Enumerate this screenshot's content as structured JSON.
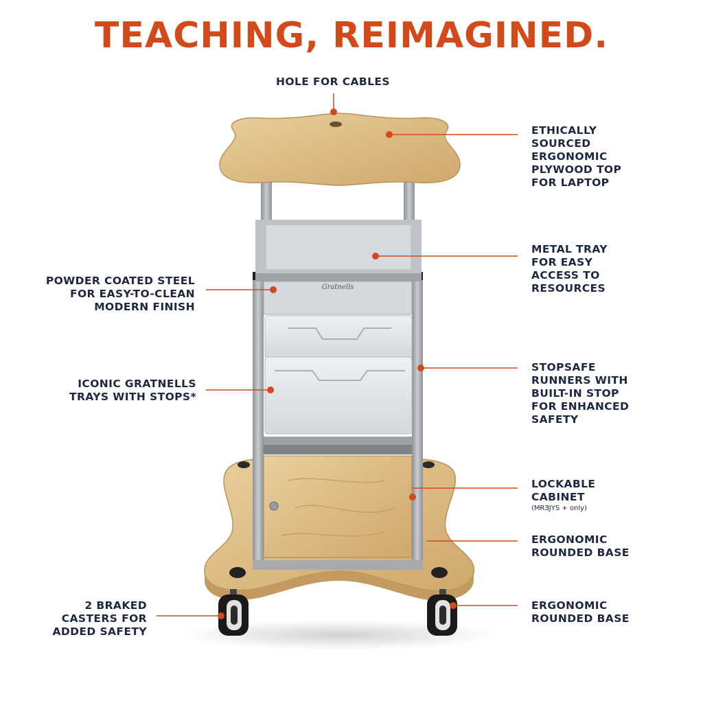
{
  "title": "TEACHING, REIMAGINED.",
  "brand_mark": "Gratnells",
  "accent_color": "#d2491a",
  "text_color": "#1d2742",
  "callouts": {
    "hole_for_cables": "HOLE FOR CABLES",
    "plywood_top": "ETHICALLY\nSOURCED\nERGONOMIC\nPLYWOOD TOP\nFOR LAPTOP",
    "metal_tray": "METAL TRAY\nFOR EASY\nACCESS TO\nRESOURCES",
    "powder_coated": "POWDER COATED STEEL\nFOR EASY-TO-CLEAN\nMODERN FINISH",
    "gratnells_trays": "ICONIC GRATNELLS\nTRAYS WITH STOPS*",
    "stopsafe_runners": "STOPSAFE\nRUNNERS WITH\nBUILT-IN STOP\nFOR ENHANCED\nSAFETY",
    "lockable_cabinet": "LOCKABLE\nCABINET",
    "lockable_cabinet_note": "(MɌƎJYS + only)",
    "rounded_base": "ERGONOMIC\nROUNDED BASE",
    "rounded_base_2": "ERGONOMIC\nROUNDED BASE",
    "braked_casters": "2 BRAKED\nCASTERS FOR\nADDED SAFETY"
  }
}
